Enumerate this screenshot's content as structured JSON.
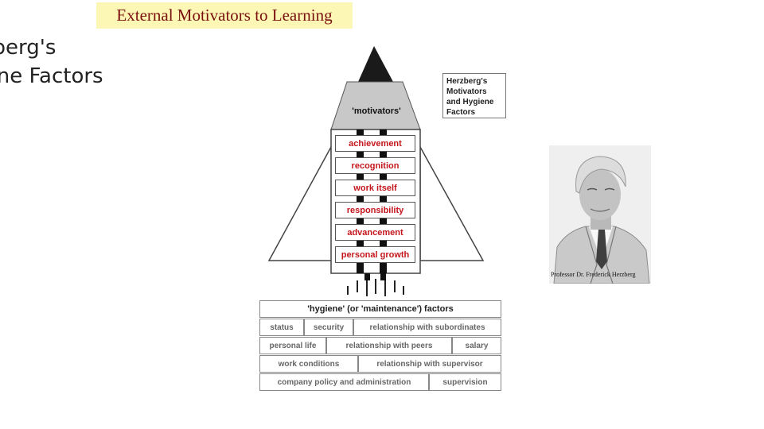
{
  "banner": {
    "text": "External Motivators to Learning"
  },
  "slide_title": {
    "line1": "rtzberg's",
    "line2": "giene Factors"
  },
  "diagram": {
    "motivators_label": "'motivators'",
    "motivators": [
      "achievement",
      "recognition",
      "work itself",
      "responsibility",
      "advancement",
      "personal growth"
    ],
    "legend_lines": [
      "Herzberg's",
      "Motivators",
      "and Hygiene",
      "Factors"
    ],
    "hygiene_header": "'hygiene' (or 'maintenance') factors",
    "hygiene_rows": [
      [
        "status",
        "security",
        "relationship with subordinates"
      ],
      [
        "personal life",
        "relationship with peers",
        "salary"
      ],
      [
        "work conditions",
        "relationship with supervisor"
      ],
      [
        "company policy and administration",
        "supervision"
      ]
    ],
    "colors": {
      "motivator_text": "#c4161c",
      "banner_bg": "#fdf7b5",
      "rocket_body": "#c8c8c8"
    }
  },
  "portrait": {
    "caption": "Professor Dr. Frederick Herzberg"
  }
}
